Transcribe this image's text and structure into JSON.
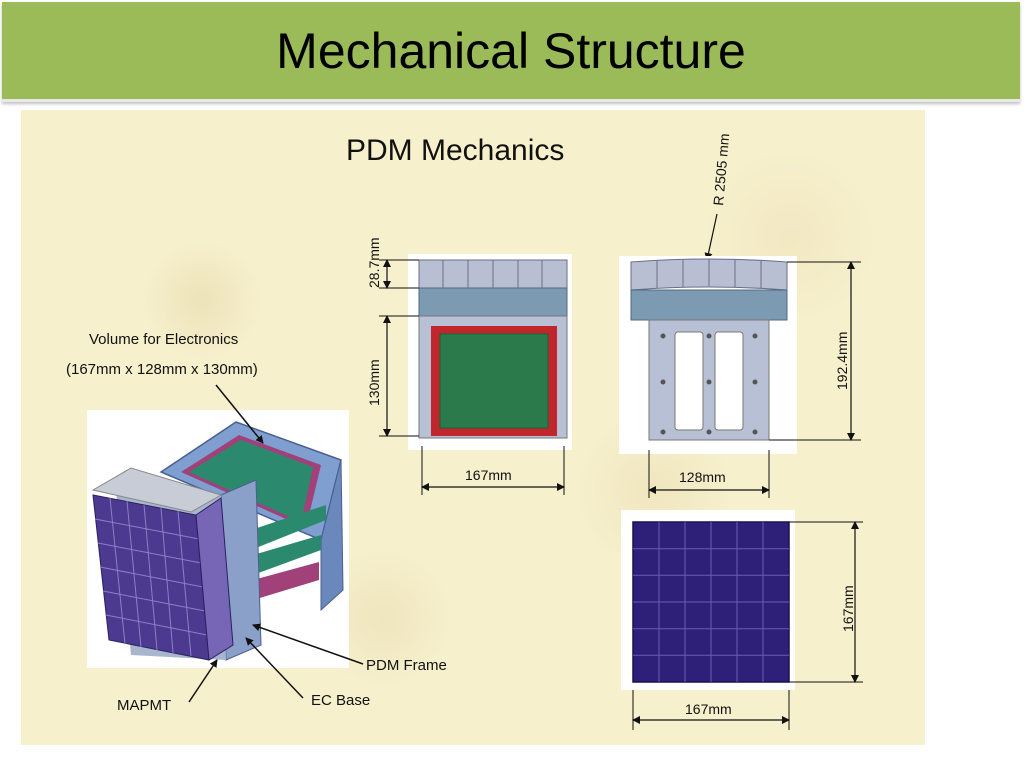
{
  "slide": {
    "title": "Mechanical Structure"
  },
  "diagram": {
    "heading": "PDM Mechanics",
    "radius_label": "R 2505 mm",
    "volume_label_line1": "Volume for Electronics",
    "volume_label_line2": "(167mm x 128mm x 130mm)",
    "dim_28_7": "28.7mm",
    "dim_130": "130mm",
    "dim_167_front": "167mm",
    "dim_128": "128mm",
    "dim_192_4": "192.4mm",
    "dim_167_side": "167mm",
    "dim_167_bottom": "167mm",
    "label_pdm_frame": "PDM Frame",
    "label_ec_base": "EC Base",
    "label_mapmt": "MAPMT"
  }
}
